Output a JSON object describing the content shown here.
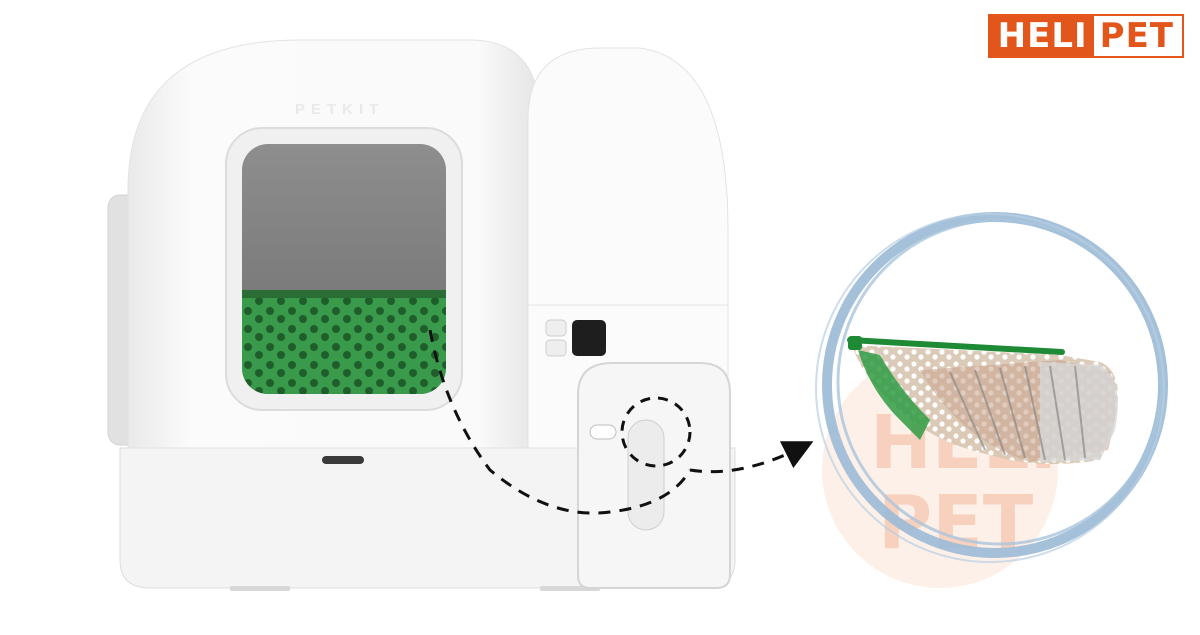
{
  "logo": {
    "part1": "HELI",
    "part2": "PET"
  },
  "device": {
    "brand": "PETKIT"
  },
  "zoom_view": {
    "watermark_line1": "HELI",
    "watermark_line2": "PET"
  },
  "colors": {
    "logo_orange": "#e2551b",
    "grid_green": "#2e8b3e",
    "ring_blue": "#9bbad6",
    "device_white": "#f7f7f7"
  },
  "icons": [
    "arrow-icon"
  ]
}
